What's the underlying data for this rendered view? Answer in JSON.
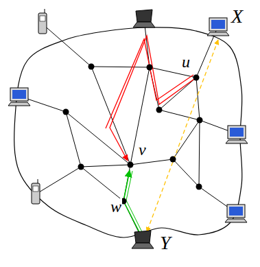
{
  "diagram": {
    "labels": [
      "X",
      "u",
      "v",
      "w",
      "Y"
    ]
  }
}
